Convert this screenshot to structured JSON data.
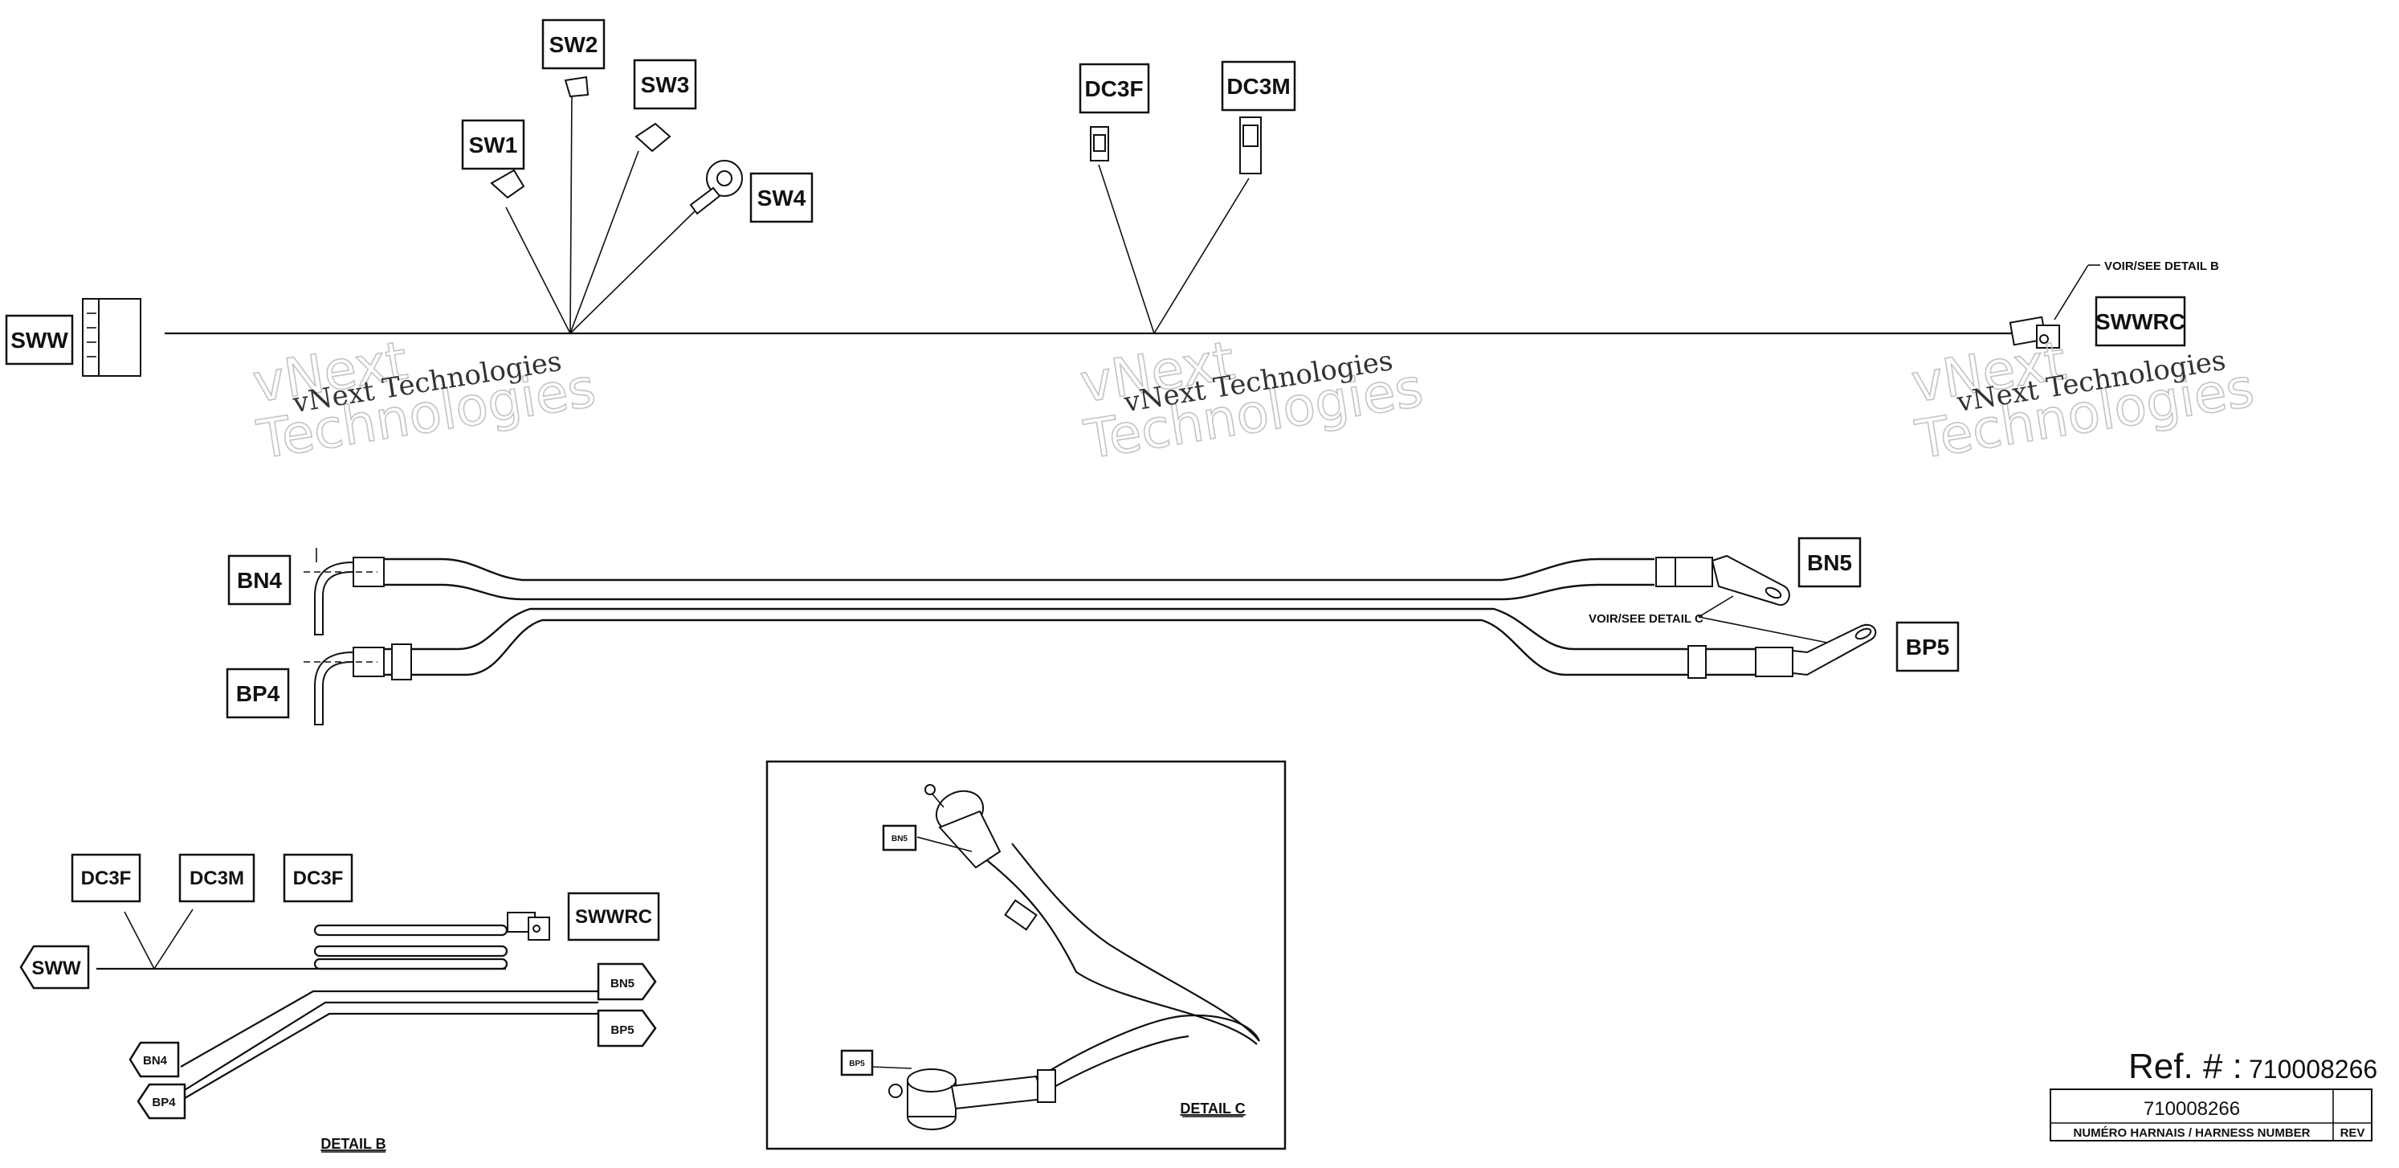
{
  "main_harness": {
    "connectors": [
      "SWW",
      "SW1",
      "SW2",
      "SW3",
      "SW4",
      "DC3F",
      "DC3M",
      "SWWRC"
    ],
    "callout": "VOIR/SEE DETAIL B"
  },
  "battery_harness": {
    "connectors": [
      "BN4",
      "BP4",
      "BN5",
      "BP5"
    ],
    "callout": "VOIR/SEE DETAIL C"
  },
  "detail_b": {
    "title": "DETAIL B",
    "labels": [
      "DC3F",
      "DC3M",
      "DC3F",
      "SWWRC",
      "SWW",
      "BN5",
      "BP5",
      "BN4",
      "BP4"
    ]
  },
  "detail_c": {
    "title": "DETAIL C",
    "labels": [
      "BN5",
      "BP5"
    ]
  },
  "watermark": {
    "line1": "vNext Technologies",
    "line2": "vNext",
    "line3": "Technologies"
  },
  "title_block": {
    "ref_label": "Ref. # :",
    "ref_number": "710008266",
    "harness_number": "710008266",
    "harness_caption": "NUMÉRO HARNAIS / HARNESS NUMBER",
    "rev_caption": "REV"
  }
}
